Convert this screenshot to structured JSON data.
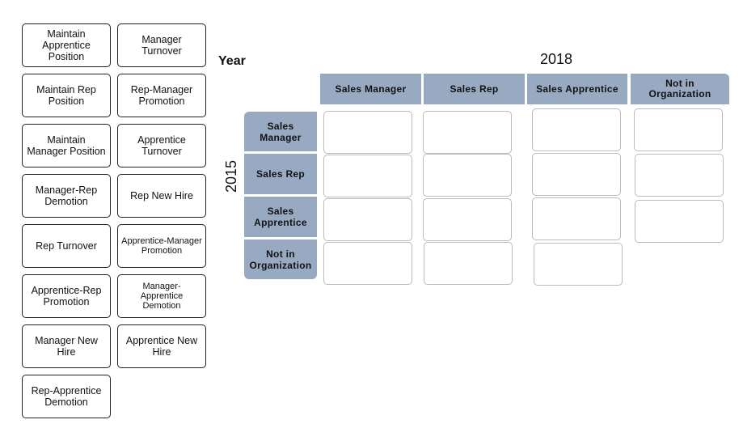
{
  "cards": [
    {
      "label": "Maintain Apprentice Position"
    },
    {
      "label": "Manager Turnover"
    },
    {
      "label": "Maintain Rep Position"
    },
    {
      "label": "Rep-Manager Promotion"
    },
    {
      "label": "Maintain Manager Position"
    },
    {
      "label": "Apprentice Turnover"
    },
    {
      "label": "Manager-Rep Demotion"
    },
    {
      "label": "Rep New Hire"
    },
    {
      "label": "Rep Turnover"
    },
    {
      "label": "Apprentice-Manager Promotion"
    },
    {
      "label": "Apprentice-Rep Promotion"
    },
    {
      "label": "Manager-Apprentice Demotion"
    },
    {
      "label": "Manager New Hire"
    },
    {
      "label": "Apprentice New Hire"
    },
    {
      "label": "Rep-Apprentice Demotion"
    }
  ],
  "matrix": {
    "axis_label": "Year",
    "column_year": "2018",
    "row_year": "2015",
    "columns": [
      "Sales Manager",
      "Sales Rep",
      "Sales Apprentice",
      "Not in Organization"
    ],
    "rows": [
      "Sales Manager",
      "Sales Rep",
      "Sales Apprentice",
      "Not in Organization"
    ],
    "header_color": "#98aac2"
  }
}
